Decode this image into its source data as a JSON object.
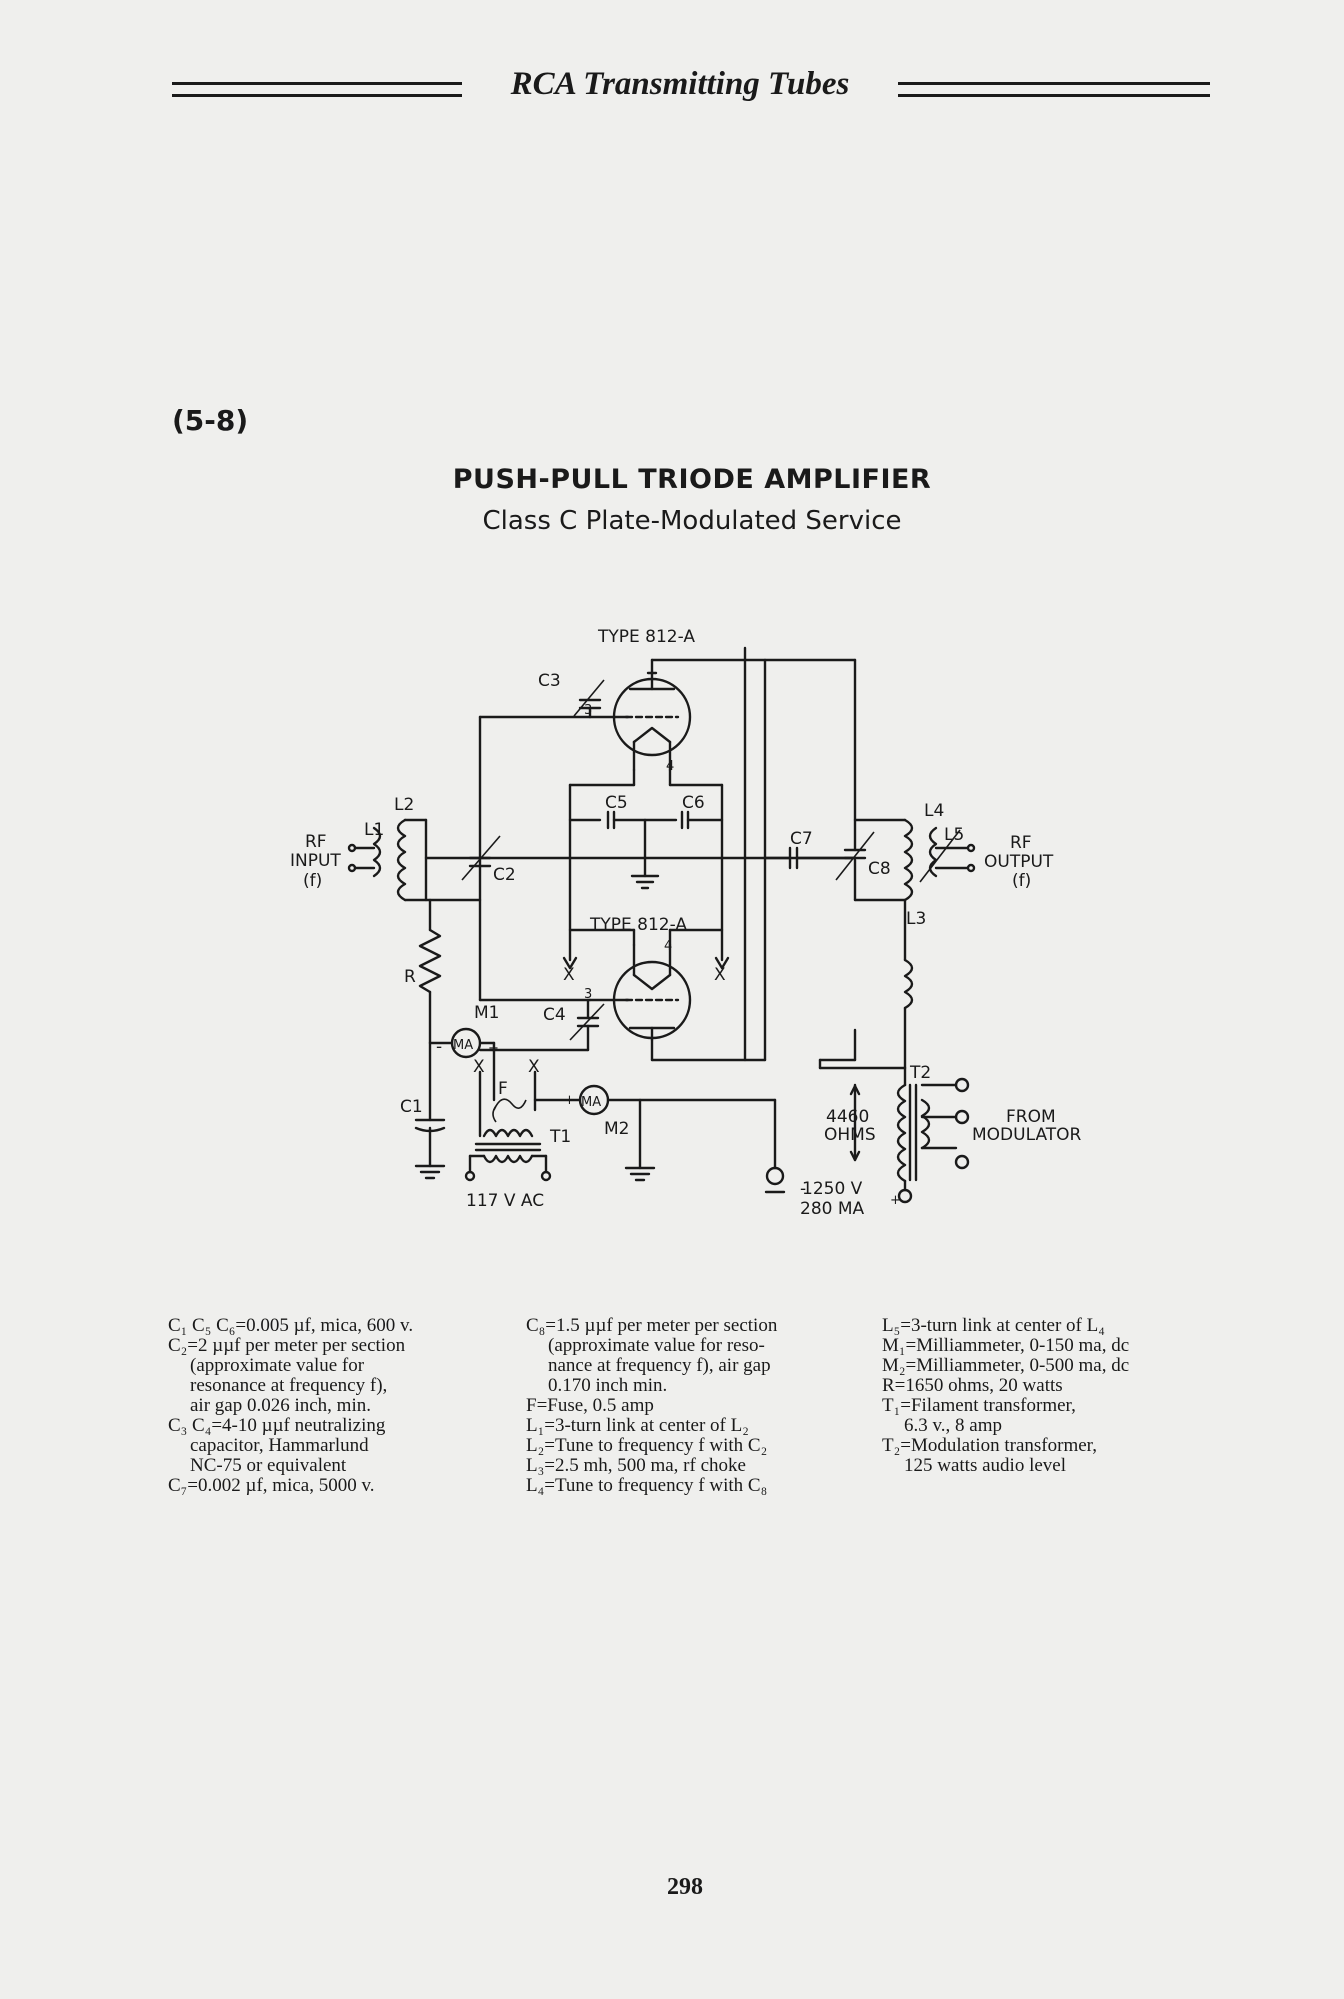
{
  "header": {
    "title": "RCA Transmitting Tubes"
  },
  "figure_number": "(5-8)",
  "circuit": {
    "title": "PUSH-PULL TRIODE AMPLIFIER",
    "subtitle": "Class C Plate-Modulated Service",
    "labels": {
      "type_top": "TYPE 812-A",
      "type_bottom": "TYPE 812-A",
      "c1": "C1",
      "c2": "C2",
      "c3": "C3",
      "c4": "C4",
      "c5": "C5",
      "c6": "C6",
      "c7": "C7",
      "c8": "C8",
      "l1": "L1",
      "l2": "L2",
      "l3": "L3",
      "l4": "L4",
      "l5": "L5",
      "r": "R",
      "m1": "M1",
      "m2": "M2",
      "t1": "T1",
      "t2": "T2",
      "f": "F",
      "ma": "MA",
      "x": "X",
      "plus": "+",
      "minus": "-",
      "pin3": "3",
      "pin4": "4",
      "rf_input": [
        "RF",
        "INPUT",
        "(f)"
      ],
      "rf_output": [
        "RF",
        "OUTPUT",
        "(f)"
      ],
      "from_modulator": [
        "FROM",
        "MODULATOR"
      ],
      "ohms": [
        "4460",
        "OHMS"
      ],
      "supply": [
        "1250 V",
        "280 MA"
      ],
      "ac": "117 V AC"
    }
  },
  "notes": {
    "col1": [
      {
        "text": "C₁ C₅ C₆=0.005 µf, mica, 600 v.",
        "indent": false
      },
      {
        "text": "C₂=2 µµf per meter per section",
        "indent": false
      },
      {
        "text": "(approximate value for",
        "indent": true
      },
      {
        "text": "resonance at frequency f),",
        "indent": true
      },
      {
        "text": "air gap 0.026 inch, min.",
        "indent": true
      },
      {
        "text": "C₃ C₄=4-10 µµf neutralizing",
        "indent": false
      },
      {
        "text": "capacitor, Hammarlund",
        "indent": true
      },
      {
        "text": "NC-75 or equivalent",
        "indent": true
      },
      {
        "text": "C₇=0.002 µf, mica, 5000 v.",
        "indent": false
      }
    ],
    "col2": [
      {
        "text": "C₈=1.5 µµf per meter per section",
        "indent": false
      },
      {
        "text": "(approximate value for reso-",
        "indent": true
      },
      {
        "text": "nance at frequency f), air gap",
        "indent": true
      },
      {
        "text": "0.170 inch min.",
        "indent": true
      },
      {
        "text": "F=Fuse, 0.5 amp",
        "indent": false
      },
      {
        "text": "L₁=3-turn link at center of L₂",
        "indent": false
      },
      {
        "text": "L₂=Tune to frequency f with C₂",
        "indent": false
      },
      {
        "text": "L₃=2.5 mh, 500 ma, rf choke",
        "indent": false
      },
      {
        "text": "L₄=Tune to frequency f with C₈",
        "indent": false
      }
    ],
    "col3": [
      {
        "text": "L₅=3-turn link at center of L₄",
        "indent": false
      },
      {
        "text": "M₁=Milliammeter, 0-150 ma, dc",
        "indent": false
      },
      {
        "text": "M₂=Milliammeter, 0-500 ma, dc",
        "indent": false
      },
      {
        "text": "R=1650 ohms, 20 watts",
        "indent": false
      },
      {
        "text": "T₁=Filament transformer,",
        "indent": false
      },
      {
        "text": "6.3 v., 8 amp",
        "indent": true
      },
      {
        "text": "T₂=Modulation transformer,",
        "indent": false
      },
      {
        "text": "125 watts audio level",
        "indent": true
      }
    ]
  },
  "page_number": "298"
}
